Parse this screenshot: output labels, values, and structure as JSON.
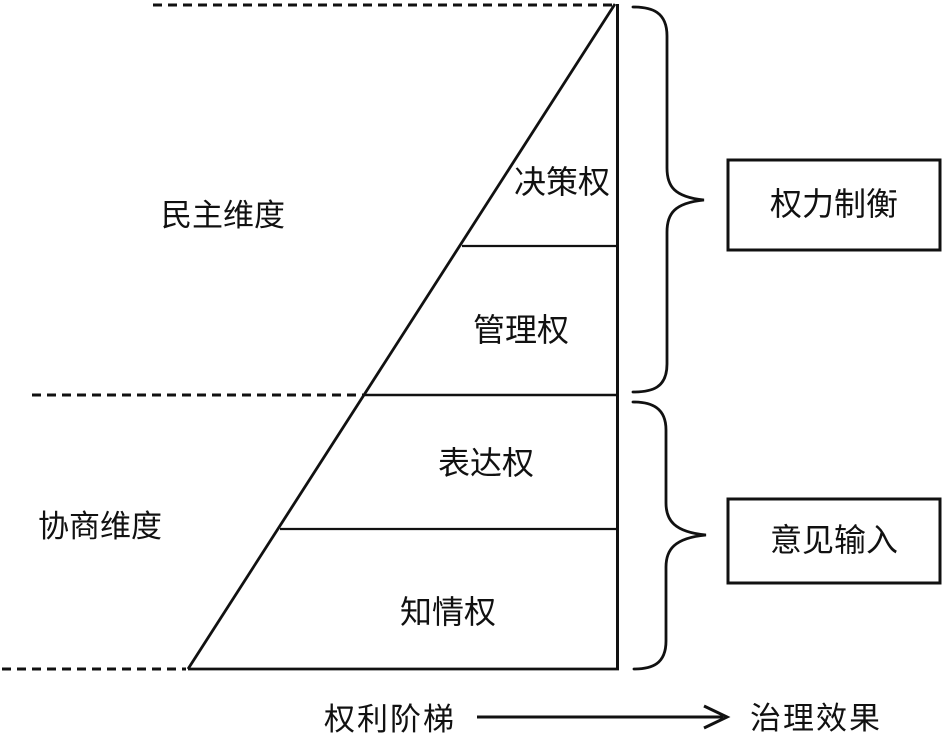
{
  "colors": {
    "ink": "#111111",
    "background": "#ffffff"
  },
  "ladder": {
    "sections": [
      {
        "label": "决策权"
      },
      {
        "label": "管理权"
      },
      {
        "label": "表达权"
      },
      {
        "label": "知情权"
      }
    ]
  },
  "dimensions": {
    "democratic": {
      "label": "民主维度"
    },
    "consultative": {
      "label": "协商维度"
    }
  },
  "outcomes": {
    "power_balance": {
      "label": "权力制衡"
    },
    "opinion_input": {
      "label": "意见输入"
    }
  },
  "axis": {
    "ladder_label": "权利阶梯",
    "effect_label": "治理效果"
  }
}
